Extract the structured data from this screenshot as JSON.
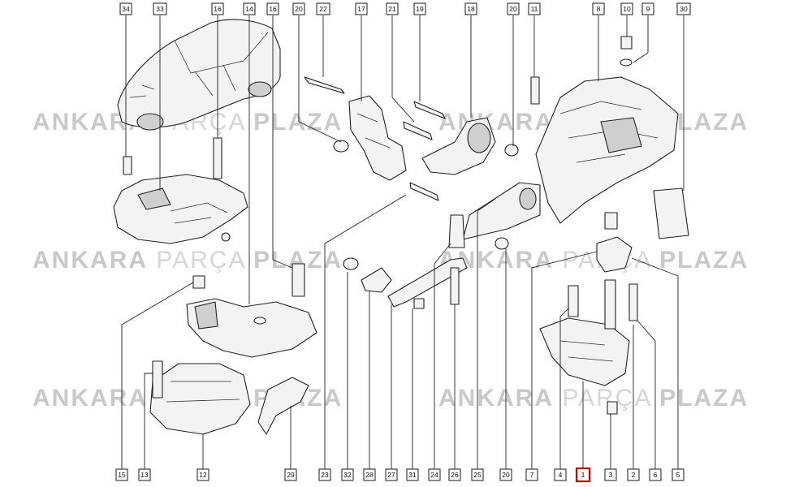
{
  "watermark": {
    "word1": "ANKARA",
    "word2": "PARÇA",
    "word3": "PLAZA",
    "rows": [
      1,
      2,
      3
    ]
  },
  "highlight_color": "#d40000",
  "top_callouts": [
    "34",
    "33",
    "16",
    "14",
    "16",
    "20",
    "22",
    "17",
    "21",
    "19",
    "18",
    "20",
    "11",
    "8",
    "10",
    "9",
    "30"
  ],
  "bottom_callouts": [
    "15",
    "13",
    "12",
    "29",
    "23",
    "32",
    "28",
    "27",
    "31",
    "24",
    "26",
    "25",
    "20",
    "7",
    "4",
    "1",
    "3",
    "2",
    "6",
    "5"
  ],
  "highlighted_callout": "1"
}
